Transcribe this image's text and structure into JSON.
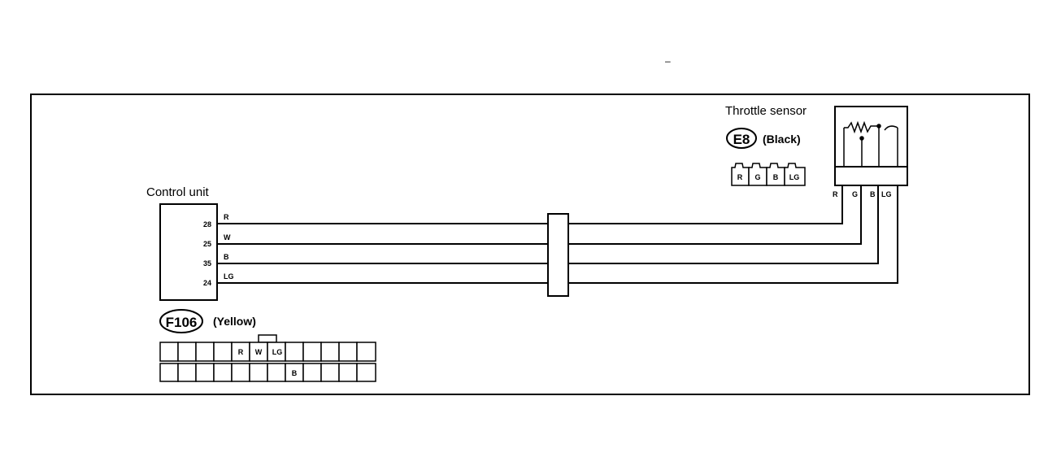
{
  "stray_mark": "–",
  "control_unit": {
    "title": "Control unit",
    "pins": [
      {
        "pin": "28",
        "wire": "R"
      },
      {
        "pin": "25",
        "wire": "W"
      },
      {
        "pin": "35",
        "wire": "B"
      },
      {
        "pin": "24",
        "wire": "LG"
      }
    ],
    "connector": {
      "id": "F106",
      "color_label": "(Yellow)",
      "columns": 12,
      "top_row": [
        "",
        "",
        "",
        "",
        "R",
        "W",
        "LG",
        "",
        "",
        "",
        "",
        ""
      ],
      "bottom_row": [
        "",
        "",
        "",
        "",
        "",
        "",
        "",
        "B",
        "",
        "",
        "",
        ""
      ]
    }
  },
  "joint_connector": {
    "name": "intermediate-connector"
  },
  "throttle_sensor": {
    "title": "Throttle sensor",
    "terminal_labels": [
      "R",
      "G",
      "B",
      "LG"
    ],
    "connector": {
      "id": "E8",
      "color_label": "(Black)",
      "terminals": [
        "R",
        "G",
        "B",
        "LG"
      ]
    }
  },
  "colors": {
    "line": "#000000",
    "background": "#ffffff"
  }
}
